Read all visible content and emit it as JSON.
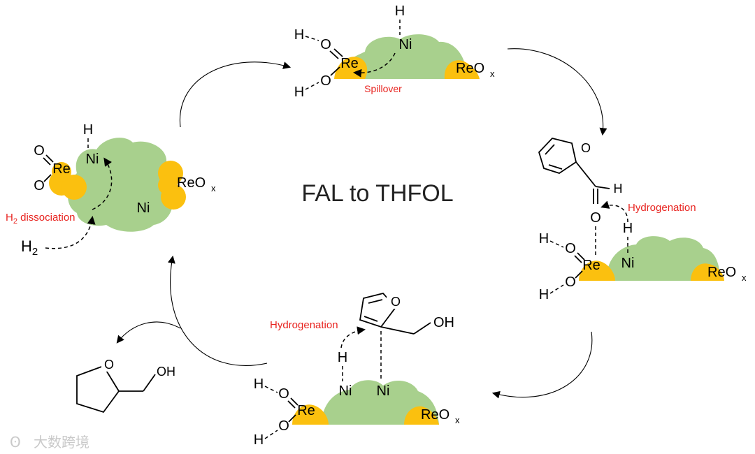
{
  "title": "FAL  to THFOL",
  "labels": {
    "spillover": "Spillover",
    "h2_dissociation_h": "H",
    "h2_dissociation_sub": "2",
    "h2_dissociation_rest": " dissociation",
    "hydrogenation_right": "Hydrogenation",
    "hydrogenation_bottom": "Hydrogenation",
    "h2_mol_h": "H",
    "h2_mol_sub": "2"
  },
  "atoms": {
    "H": "H",
    "O": "O",
    "Ni": "Ni",
    "Re": "Re",
    "ReO": "ReO",
    "x": "x",
    "OH": "OH"
  },
  "watermark": "大数跨境",
  "colors": {
    "ni_support": "#a8d08d",
    "reox": "#fbc00f",
    "annotation": "#e8231f"
  }
}
